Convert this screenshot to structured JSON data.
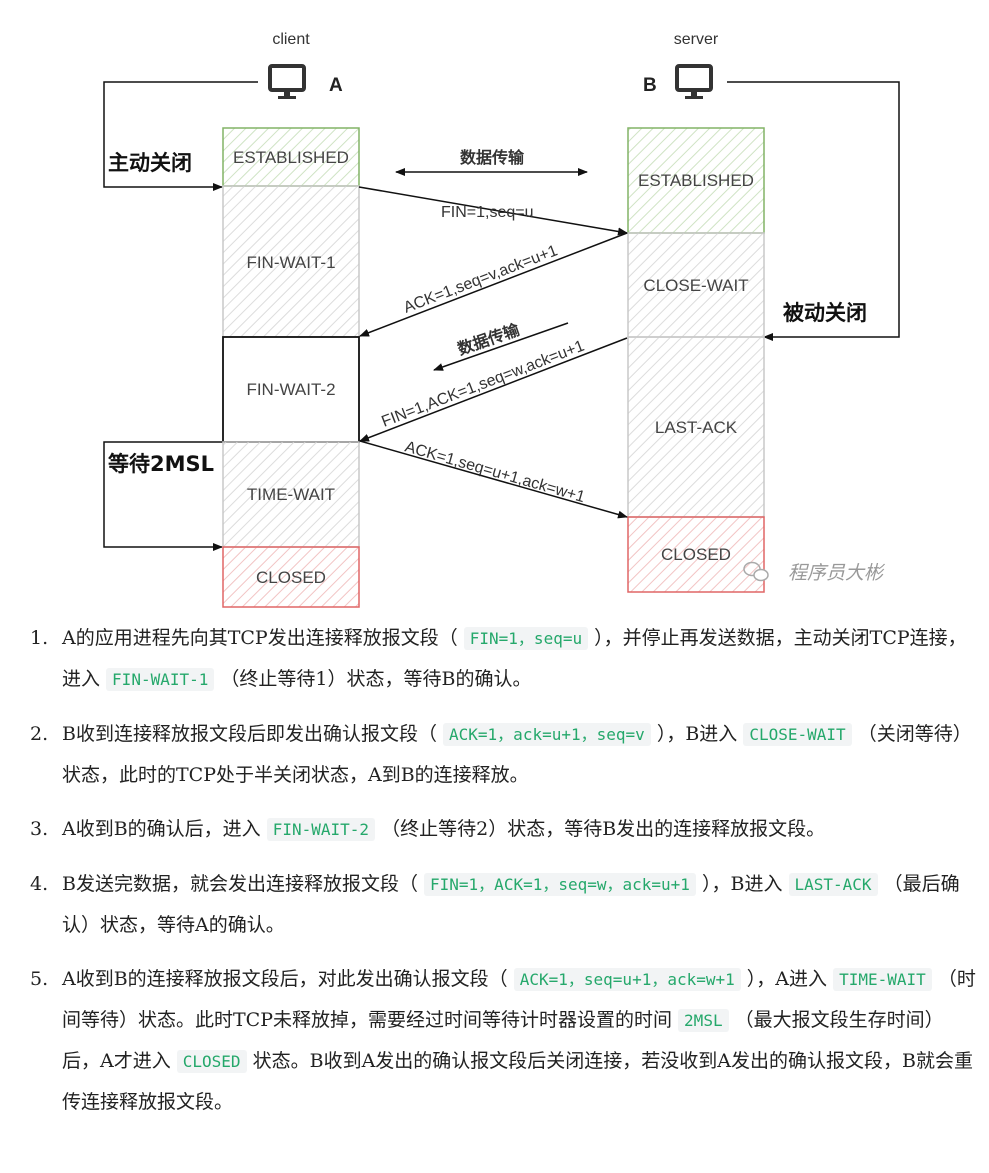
{
  "hosts": {
    "client": {
      "label": "client",
      "letter": "A"
    },
    "server": {
      "label": "server",
      "letter": "B"
    }
  },
  "client_states": [
    "ESTABLISHED",
    "FIN-WAIT-1",
    "FIN-WAIT-2",
    "TIME-WAIT",
    "CLOSED"
  ],
  "server_states": [
    "ESTABLISHED",
    "CLOSE-WAIT",
    "LAST-ACK",
    "CLOSED"
  ],
  "side_labels": {
    "active_close": "主动关闭",
    "passive_close": "被动关闭",
    "wait_2msl": "等待2MSL"
  },
  "messages": {
    "data_transfer_1": "数据传输",
    "fin": "FIN=1,seq=u",
    "ack": "ACK=1,seq=v,ack=u+1",
    "data_transfer_2": "数据传输",
    "fin_ack": "FIN=1,ACK=1,seq=w,ack=u+1",
    "final_ack": "ACK=1,seq=u+1,ack=w+1"
  },
  "watermark": "程序员大彬",
  "colors": {
    "green_border": "#82b366",
    "red_border": "#e06666",
    "accent_code": "#25a86b"
  },
  "steps": [
    {
      "num": "1.",
      "parts": [
        {
          "t": "text",
          "v": "A的应用进程先向其TCP发出连接释放报文段（ "
        },
        {
          "t": "code",
          "v": "FIN=1，seq=u"
        },
        {
          "t": "text",
          "v": " ），并停止再发送数据，主动关闭TCP连接，进入 "
        },
        {
          "t": "code",
          "v": "FIN-WAIT-1"
        },
        {
          "t": "text",
          "v": " （终止等待1）状态，等待B的确认。"
        }
      ]
    },
    {
      "num": "2.",
      "parts": [
        {
          "t": "text",
          "v": "B收到连接释放报文段后即发出确认报文段（ "
        },
        {
          "t": "code",
          "v": "ACK=1，ack=u+1，seq=v"
        },
        {
          "t": "text",
          "v": " ），B进入 "
        },
        {
          "t": "code",
          "v": "CLOSE-WAIT"
        },
        {
          "t": "text",
          "v": " （关闭等待）状态，此时的TCP处于半关闭状态，A到B的连接释放。"
        }
      ]
    },
    {
      "num": "3.",
      "parts": [
        {
          "t": "text",
          "v": "A收到B的确认后，进入 "
        },
        {
          "t": "code",
          "v": "FIN-WAIT-2"
        },
        {
          "t": "text",
          "v": " （终止等待2）状态，等待B发出的连接释放报文段。"
        }
      ]
    },
    {
      "num": "4.",
      "parts": [
        {
          "t": "text",
          "v": "B发送完数据，就会发出连接释放报文段（ "
        },
        {
          "t": "code",
          "v": "FIN=1，ACK=1，seq=w，ack=u+1"
        },
        {
          "t": "text",
          "v": " ），B进入 "
        },
        {
          "t": "code",
          "v": "LAST-ACK"
        },
        {
          "t": "text",
          "v": " （最后确认）状态，等待A的确认。"
        }
      ]
    },
    {
      "num": "5.",
      "parts": [
        {
          "t": "text",
          "v": "A收到B的连接释放报文段后，对此发出确认报文段（ "
        },
        {
          "t": "code",
          "v": "ACK=1，seq=u+1，ack=w+1"
        },
        {
          "t": "text",
          "v": " ），A进入 "
        },
        {
          "t": "code",
          "v": "TIME-WAIT"
        },
        {
          "t": "text",
          "v": " （时间等待）状态。此时TCP未释放掉，需要经过时间等待计时器设置的时间 "
        },
        {
          "t": "code",
          "v": "2MSL"
        },
        {
          "t": "text",
          "v": " （最大报文段生存时间）后，A才进入 "
        },
        {
          "t": "code",
          "v": "CLOSED"
        },
        {
          "t": "text",
          "v": " 状态。B收到A发出的确认报文段后关闭连接，若没收到A发出的确认报文段，B就会重传连接释放报文段。"
        }
      ]
    }
  ]
}
